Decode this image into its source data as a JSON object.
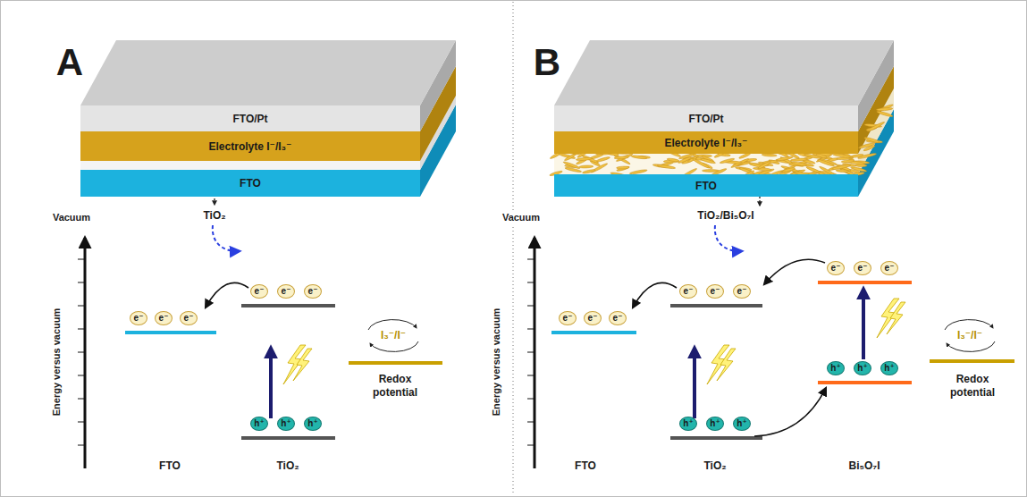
{
  "diagram": {
    "nodes": [
      {
        "text": [
          "FTO/Pt"
        ]
      },
      {
        "text": [
          "Electrolyte I⁻/I₃⁻"
        ]
      },
      {
        "text": [
          "FTO"
        ]
      },
      {
        "text": [
          "e⁻"
        ]
      },
      {
        "text": [
          "e⁻"
        ]
      },
      {
        "text": [
          "e⁻"
        ]
      },
      {
        "text": [
          "e⁻"
        ]
      },
      {
        "text": [
          "e⁻"
        ]
      },
      {
        "text": [
          "e⁻"
        ]
      },
      {
        "text": [
          "h⁺"
        ]
      },
      {
        "text": [
          "h⁺"
        ]
      },
      {
        "text": [
          "h⁺"
        ]
      },
      {
        "text": [
          "FTO/Pt"
        ]
      },
      {
        "text": [
          "Electrolyte I⁻/I₃⁻"
        ]
      },
      {
        "text": [
          "FTO"
        ]
      },
      {
        "text": [
          "e⁻"
        ]
      },
      {
        "text": [
          "e⁻"
        ]
      },
      {
        "text": [
          "e⁻"
        ]
      },
      {
        "text": [
          "e⁻"
        ]
      },
      {
        "text": [
          "e⁻"
        ]
      },
      {
        "text": [
          "e⁻"
        ]
      },
      {
        "text": [
          "e⁻"
        ]
      },
      {
        "text": [
          "e⁻"
        ]
      },
      {
        "text": [
          "e⁻"
        ]
      },
      {
        "text": [
          "h⁺"
        ]
      },
      {
        "text": [
          "h⁺"
        ]
      },
      {
        "text": [
          "h⁺"
        ]
      },
      {
        "text": [
          "h⁺"
        ]
      },
      {
        "text": [
          "h⁺"
        ]
      },
      {
        "text": [
          "h⁺"
        ]
      }
    ],
    "labels": [
      "A",
      "TiO₂",
      "Vacuum",
      "Energy versus vacuum",
      "I₃⁻/I⁻",
      "Redox potential",
      "FTO",
      "TiO₂",
      "B",
      "TiO₂/Bi₅O₇I",
      "Vacuum",
      "Energy versus vacuum",
      "I₃⁻/I⁻",
      "Redox potential",
      "FTO",
      "TiO₂",
      "Bi₅O₇I"
    ]
  }
}
